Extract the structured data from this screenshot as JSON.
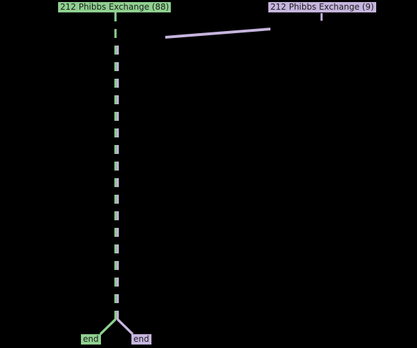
{
  "colors": {
    "background": "#000000",
    "green": "#8fd08f",
    "purple": "#c6b5de",
    "text": "#1c1c1c"
  },
  "nodes": {
    "green_start": {
      "label": "212 Phibbs Exchange (88)"
    },
    "purple_start": {
      "label": "212 Phibbs Exchange (9)"
    },
    "green_end": {
      "label": "end"
    },
    "purple_end": {
      "label": "end"
    }
  },
  "routes": {
    "green": {
      "name": "212 Phibbs Exchange",
      "trip_count": "88",
      "style": "dashed"
    },
    "purple": {
      "name": "212 Phibbs Exchange",
      "trip_count": "9",
      "style": "dashed"
    }
  }
}
